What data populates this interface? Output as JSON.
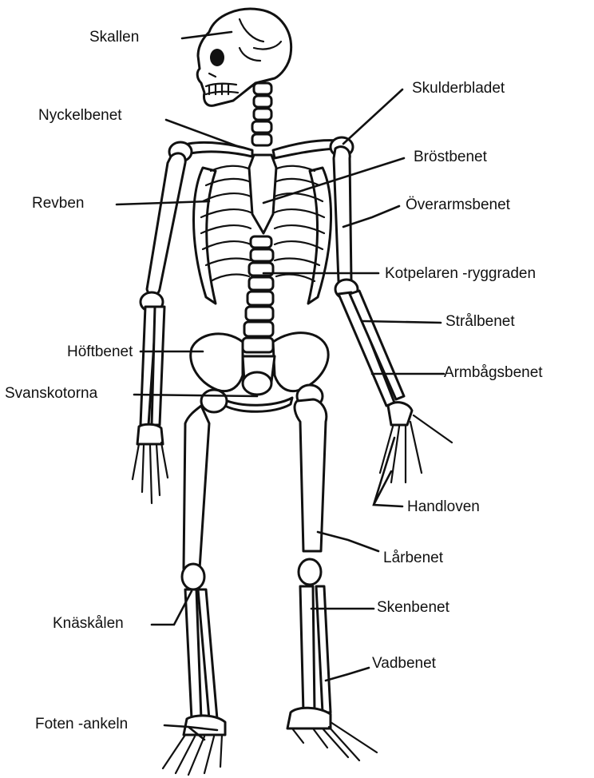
{
  "labels": {
    "skallen": "Skallen",
    "skulderbladet": "Skulderbladet",
    "nyckelbenet": "Nyckelbenet",
    "brostbenet": "Bröstbenet",
    "revben": "Revben",
    "overarmsbenet": "Överarmsbenet",
    "kotpelaren": "Kotpelaren -ryggraden",
    "stralbenet": "Strålbenet",
    "hoftbenet": "Höftbenet",
    "armbagsbenet": "Armbågsbenet",
    "svanskotorna": "Svanskotorna",
    "handloven": "Handloven",
    "larbenet": "Lårbenet",
    "skenbenet": "Skenbenet",
    "knaskalen": "Knäskålen",
    "vadbenet": "Vadbenet",
    "foten": "Foten -ankeln"
  }
}
